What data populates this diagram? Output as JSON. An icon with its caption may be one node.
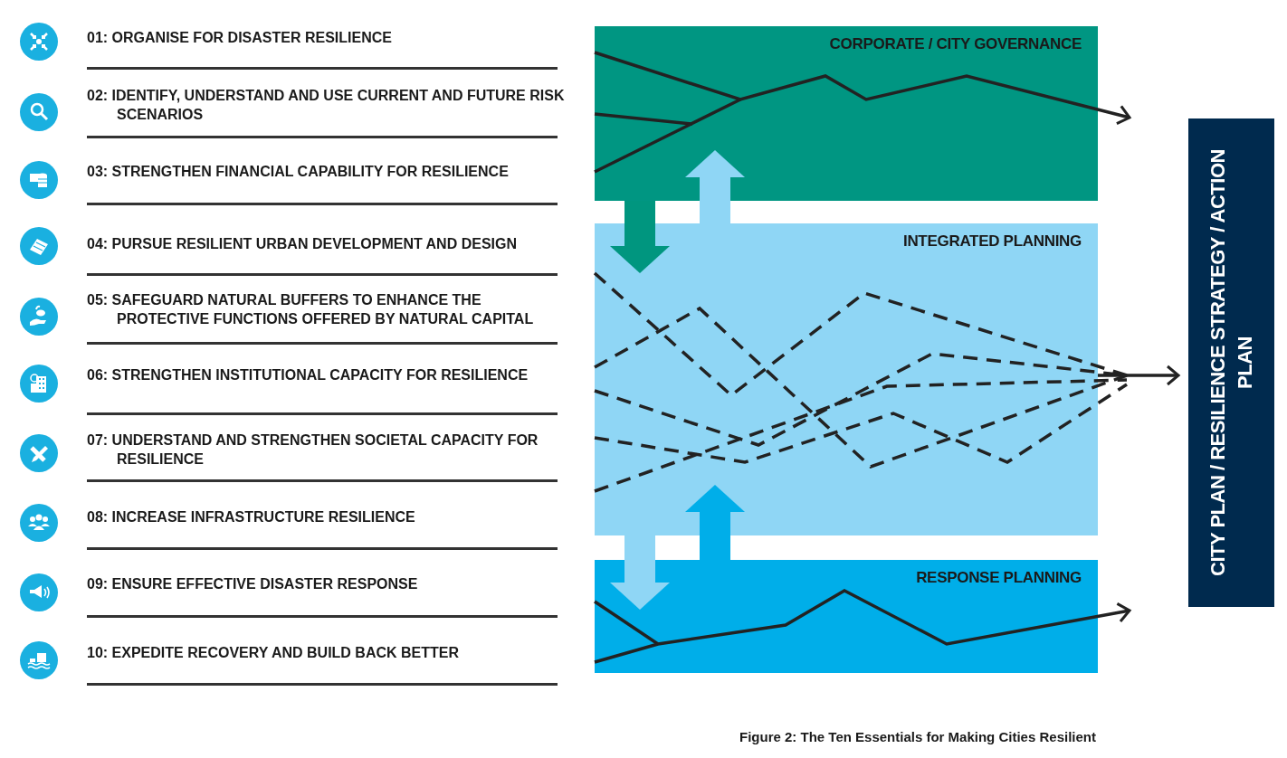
{
  "diagram": {
    "caption": "Figure 2: The Ten Essentials for Making Cities Resilient",
    "nodes": [
      {
        "text": [
          "CORPORATE / CITY GOVERNANCE"
        ]
      },
      {
        "text": [
          "INTEGRATED PLANNING"
        ]
      },
      {
        "text": [
          "RESPONSE PLANNING"
        ]
      },
      {
        "text": [
          "CITY PLAN / RESILIENCE STRATEGY / ACTION PLAN"
        ]
      }
    ],
    "edges": [
      {
        "from": 0,
        "to": 1,
        "arrow": "to",
        "color": "#00967f"
      },
      {
        "from": 1,
        "to": 0,
        "arrow": "to",
        "color": "#8fd6f5"
      },
      {
        "from": 1,
        "to": 2,
        "arrow": "to",
        "color": "#8fd6f5"
      },
      {
        "from": 2,
        "to": 1,
        "arrow": "to",
        "color": "#00aee9"
      },
      {
        "from": 0,
        "to": null,
        "arrow": "to"
      },
      {
        "from": 1,
        "to": 3,
        "arrow": "to"
      },
      {
        "from": 2,
        "to": null,
        "arrow": "to"
      }
    ],
    "labels": [
      "01: ORGANISE FOR DISASTER RESILIENCE",
      "02: IDENTIFY, UNDERSTAND AND USE CURRENT AND FUTURE RISK SCENARIOS",
      "03: STRENGTHEN FINANCIAL CAPABILITY FOR RESILIENCE",
      "04: PURSUE RESILIENT URBAN DEVELOPMENT AND DESIGN",
      "05: SAFEGUARD NATURAL BUFFERS TO ENHANCE THE PROTECTIVE FUNCTIONS OFFERED BY NATURAL CAPITAL",
      "06: STRENGTHEN INSTITUTIONAL CAPACITY FOR RESILIENCE",
      "07: UNDERSTAND AND STRENGTHEN SOCIETAL CAPACITY FOR RESILIENCE",
      "08: INCREASE INFRASTRUCTURE RESILIENCE",
      "09: ENSURE EFFECTIVE DISASTER RESPONSE",
      "10: EXPEDITE RECOVERY AND BUILD BACK BETTER"
    ]
  }
}
